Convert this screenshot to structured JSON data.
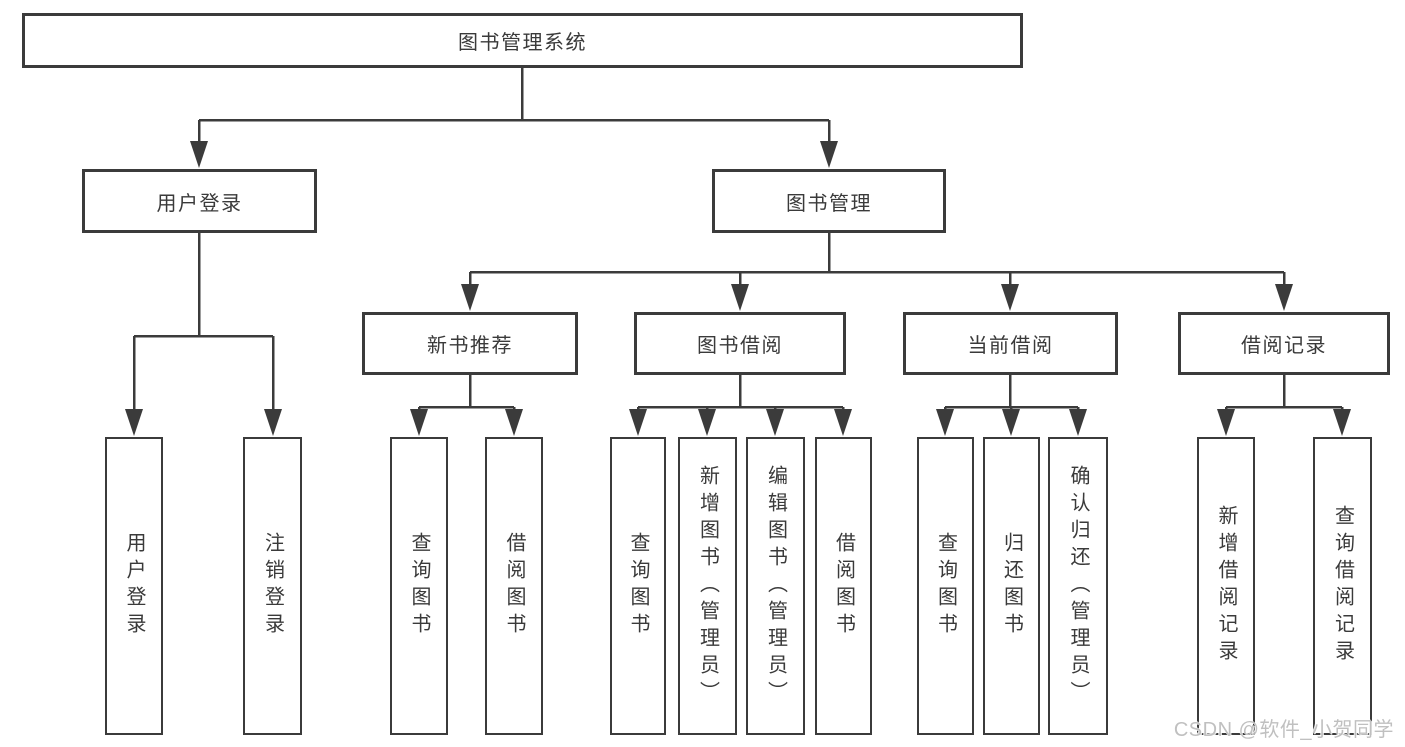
{
  "page": {
    "background_color": "#ffffff",
    "line_color": "#3b3b3b",
    "text_color": "#3a3a3a",
    "watermark_color": "#c0c0c0"
  },
  "tree": {
    "root": {
      "label": "图书管理系统"
    },
    "level2": [
      {
        "label": "用户登录",
        "children": [
          {
            "label": "用户登录"
          },
          {
            "label": "注销登录"
          }
        ]
      },
      {
        "label": "图书管理",
        "children": [
          {
            "label": "新书推荐",
            "children": [
              {
                "label": "查询图书"
              },
              {
                "label": "借阅图书"
              }
            ]
          },
          {
            "label": "图书借阅",
            "children": [
              {
                "label": "查询图书"
              },
              {
                "label": "新增图书（管理员）"
              },
              {
                "label": "编辑图书（管理员）"
              },
              {
                "label": "借阅图书"
              }
            ]
          },
          {
            "label": "当前借阅",
            "children": [
              {
                "label": "查询图书"
              },
              {
                "label": "归还图书"
              },
              {
                "label": "确认归还（管理员）"
              }
            ]
          },
          {
            "label": "借阅记录",
            "children": [
              {
                "label": "新增借阅记录"
              },
              {
                "label": "查询借阅记录"
              }
            ]
          }
        ]
      }
    ]
  },
  "watermark": {
    "text": "CSDN @软件_小贺同学"
  }
}
